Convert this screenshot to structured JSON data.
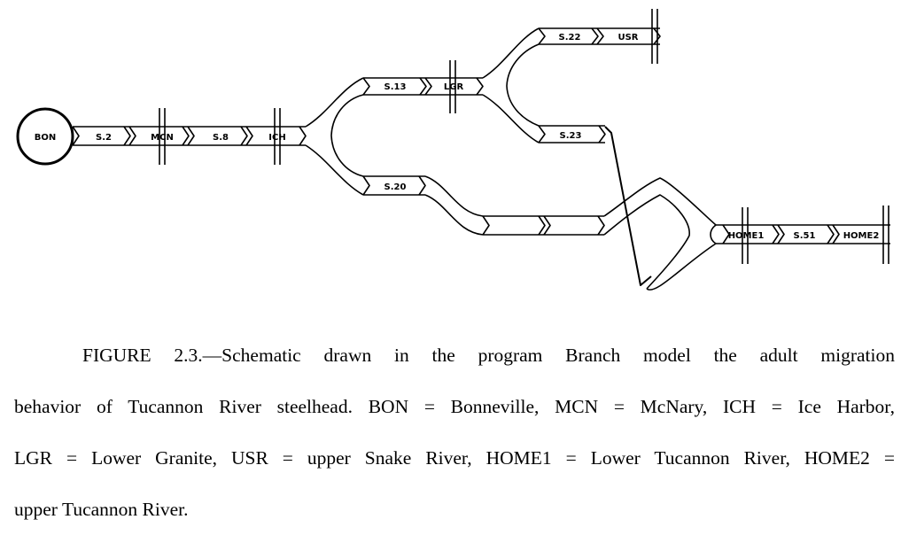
{
  "nodes": {
    "bon": "BON",
    "s2": "S.2",
    "mcn": "MCN",
    "s8": "S.8",
    "ich": "ICH",
    "s13": "S.13",
    "lgr": "LGR",
    "s22": "S.22",
    "usr": "USR",
    "s23": "S.23",
    "s20": "S.20",
    "home1": "HOME1",
    "s51": "S.51",
    "home2": "HOME2"
  },
  "caption": {
    "line1": "FIGURE 2.3.—Schematic drawn in the program Branch model the adult migration",
    "line2": "behavior of Tucannon River steelhead. BON = Bonneville, MCN = McNary, ICH = Ice Harbor,",
    "line3": "LGR = Lower Granite, USR = upper Snake River, HOME1 = Lower Tucannon River, HOME2 =",
    "line4": "upper Tucannon River."
  }
}
